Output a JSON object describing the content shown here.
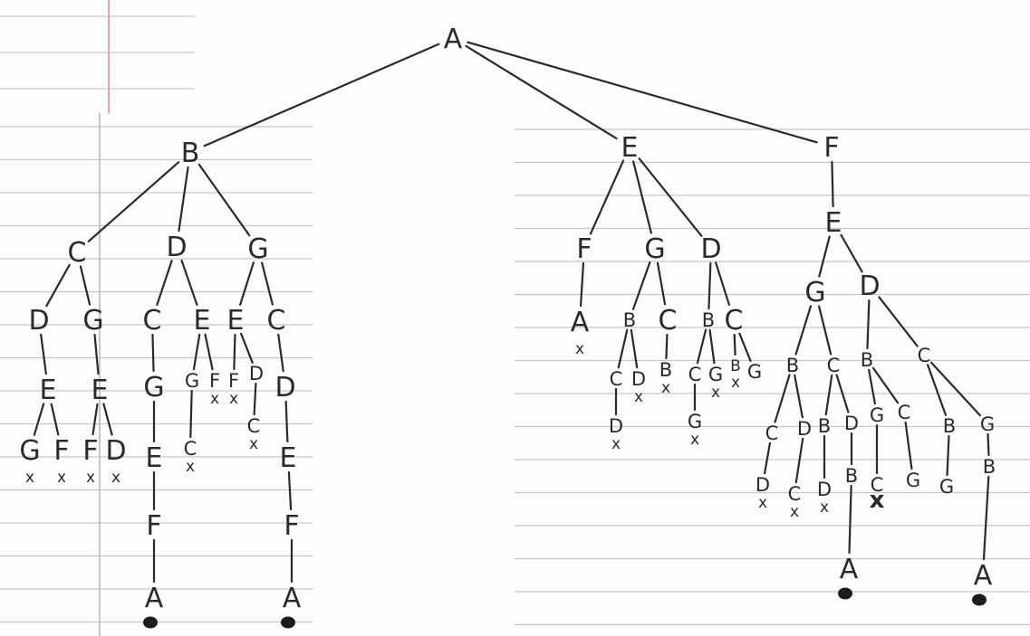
{
  "nodes": [
    {
      "id": "A",
      "label": "A"
    },
    {
      "id": "B",
      "label": "B"
    },
    {
      "id": "E",
      "label": "E"
    },
    {
      "id": "F",
      "label": "F"
    },
    {
      "id": "B_C",
      "label": "C"
    },
    {
      "id": "B_D",
      "label": "D"
    },
    {
      "id": "B_G",
      "label": "G"
    },
    {
      "id": "BC_D",
      "label": "D"
    },
    {
      "id": "BC_G",
      "label": "G"
    },
    {
      "id": "BCD_E",
      "label": "E"
    },
    {
      "id": "BCDE_G",
      "label": "G"
    },
    {
      "id": "BCDE_F",
      "label": "F"
    },
    {
      "id": "BCG_E",
      "label": "E"
    },
    {
      "id": "BCGE_F",
      "label": "F"
    },
    {
      "id": "BCGE_D",
      "label": "D"
    },
    {
      "id": "BD_C",
      "label": "C"
    },
    {
      "id": "BD_E",
      "label": "E"
    },
    {
      "id": "BDC_G",
      "label": "G"
    },
    {
      "id": "BDCG_E",
      "label": "E"
    },
    {
      "id": "BDCGE_F",
      "label": "F"
    },
    {
      "id": "BDCGEF_A",
      "label": "A"
    },
    {
      "id": "BDE_G",
      "label": "G"
    },
    {
      "id": "BDE_F",
      "label": "F"
    },
    {
      "id": "BDEG_C",
      "label": "C"
    },
    {
      "id": "BG_E",
      "label": "E"
    },
    {
      "id": "BG_C",
      "label": "C"
    },
    {
      "id": "BGE_F",
      "label": "F"
    },
    {
      "id": "BGE_D",
      "label": "D"
    },
    {
      "id": "BGED_C",
      "label": "C"
    },
    {
      "id": "BGC_D",
      "label": "D"
    },
    {
      "id": "BGCD_E",
      "label": "E"
    },
    {
      "id": "BGCDE_F",
      "label": "F"
    },
    {
      "id": "BGCDEF_A",
      "label": "A"
    },
    {
      "id": "E_F",
      "label": "F"
    },
    {
      "id": "E_G",
      "label": "G"
    },
    {
      "id": "E_D",
      "label": "D"
    },
    {
      "id": "EF_A",
      "label": "A"
    },
    {
      "id": "EG_B",
      "label": "B"
    },
    {
      "id": "EG_C",
      "label": "C"
    },
    {
      "id": "EGB_C",
      "label": "C"
    },
    {
      "id": "EGB_D",
      "label": "D"
    },
    {
      "id": "EGBC_D",
      "label": "D"
    },
    {
      "id": "EGC_B",
      "label": "B"
    },
    {
      "id": "ED_B",
      "label": "B"
    },
    {
      "id": "ED_C",
      "label": "C"
    },
    {
      "id": "EDB_C",
      "label": "C"
    },
    {
      "id": "EDB_G",
      "label": "G"
    },
    {
      "id": "EDBC_G",
      "label": "G"
    },
    {
      "id": "EDC_B",
      "label": "B"
    },
    {
      "id": "EDC_G",
      "label": "G"
    },
    {
      "id": "F_E",
      "label": "E"
    },
    {
      "id": "FE_G",
      "label": "G"
    },
    {
      "id": "FE_D",
      "label": "D"
    },
    {
      "id": "FEG_B",
      "label": "B"
    },
    {
      "id": "FEG_C",
      "label": "C"
    },
    {
      "id": "FEGB_C",
      "label": "C"
    },
    {
      "id": "FEGB_D",
      "label": "D"
    },
    {
      "id": "FEGBC_D",
      "label": "D"
    },
    {
      "id": "FEGBD_C",
      "label": "C"
    },
    {
      "id": "FEGC_B",
      "label": "B"
    },
    {
      "id": "FEGC_D",
      "label": "D"
    },
    {
      "id": "FEGCB_D",
      "label": "D"
    },
    {
      "id": "FEGCD_B",
      "label": "B"
    },
    {
      "id": "FEGCDB_A",
      "label": "A"
    },
    {
      "id": "FED_B",
      "label": "B"
    },
    {
      "id": "FED_C",
      "label": "C"
    },
    {
      "id": "FEDB_G",
      "label": "G"
    },
    {
      "id": "FEDB_C",
      "label": "C"
    },
    {
      "id": "FEDBG_C",
      "label": "C"
    },
    {
      "id": "FEDBC_G",
      "label": "G"
    },
    {
      "id": "FEDC_B",
      "label": "B"
    },
    {
      "id": "FEDC_G",
      "label": "G"
    },
    {
      "id": "FEDCB_G",
      "label": "G"
    },
    {
      "id": "FEDCG_B",
      "label": "B"
    },
    {
      "id": "FEDCGB_A",
      "label": "A"
    }
  ],
  "edges": [
    [
      "A",
      "B"
    ],
    [
      "A",
      "E"
    ],
    [
      "A",
      "F"
    ],
    [
      "B",
      "B_C"
    ],
    [
      "B",
      "B_D"
    ],
    [
      "B",
      "B_G"
    ],
    [
      "B_C",
      "BC_D"
    ],
    [
      "B_C",
      "BC_G"
    ],
    [
      "BC_D",
      "BCD_E"
    ],
    [
      "BCD_E",
      "BCDE_G"
    ],
    [
      "BCD_E",
      "BCDE_F"
    ],
    [
      "BC_G",
      "BCG_E"
    ],
    [
      "BCG_E",
      "BCGE_F"
    ],
    [
      "BCG_E",
      "BCGE_D"
    ],
    [
      "B_D",
      "BD_C"
    ],
    [
      "B_D",
      "BD_E"
    ],
    [
      "BD_C",
      "BDC_G"
    ],
    [
      "BDC_G",
      "BDCG_E"
    ],
    [
      "BDCG_E",
      "BDCGE_F"
    ],
    [
      "BDCGE_F",
      "BDCGEF_A"
    ],
    [
      "BD_E",
      "BDE_G"
    ],
    [
      "BD_E",
      "BDE_F"
    ],
    [
      "BDE_G",
      "BDEG_C"
    ],
    [
      "B_G",
      "BG_E"
    ],
    [
      "B_G",
      "BG_C"
    ],
    [
      "BG_E",
      "BGE_F"
    ],
    [
      "BG_E",
      "BGE_D"
    ],
    [
      "BGE_D",
      "BGED_C"
    ],
    [
      "BG_C",
      "BGC_D"
    ],
    [
      "BGC_D",
      "BGCD_E"
    ],
    [
      "BGCD_E",
      "BGCDE_F"
    ],
    [
      "BGCDE_F",
      "BGCDEF_A"
    ],
    [
      "E",
      "E_F"
    ],
    [
      "E",
      "E_G"
    ],
    [
      "E",
      "E_D"
    ],
    [
      "E_F",
      "EF_A"
    ],
    [
      "E_G",
      "EG_B"
    ],
    [
      "E_G",
      "EG_C"
    ],
    [
      "EG_B",
      "EGB_C"
    ],
    [
      "EG_B",
      "EGB_D"
    ],
    [
      "EGB_C",
      "EGBC_D"
    ],
    [
      "EG_C",
      "EGC_B"
    ],
    [
      "E_D",
      "ED_B"
    ],
    [
      "E_D",
      "ED_C"
    ],
    [
      "ED_B",
      "EDB_C"
    ],
    [
      "ED_B",
      "EDB_G"
    ],
    [
      "EDB_C",
      "EDBC_G"
    ],
    [
      "ED_C",
      "EDC_B"
    ],
    [
      "ED_C",
      "EDC_G"
    ],
    [
      "F",
      "F_E"
    ],
    [
      "F_E",
      "FE_G"
    ],
    [
      "F_E",
      "FE_D"
    ],
    [
      "FE_G",
      "FEG_B"
    ],
    [
      "FE_G",
      "FEG_C"
    ],
    [
      "FEG_B",
      "FEGB_C"
    ],
    [
      "FEG_B",
      "FEGB_D"
    ],
    [
      "FEGB_C",
      "FEGBC_D"
    ],
    [
      "FEGB_D",
      "FEGBD_C"
    ],
    [
      "FEG_C",
      "FEGC_B"
    ],
    [
      "FEG_C",
      "FEGC_D"
    ],
    [
      "FEGC_B",
      "FEGCB_D"
    ],
    [
      "FEGC_D",
      "FEGCD_B"
    ],
    [
      "FEGCD_B",
      "FEGCDB_A"
    ],
    [
      "FE_D",
      "FED_B"
    ],
    [
      "FE_D",
      "FED_C"
    ],
    [
      "FED_B",
      "FEDB_G"
    ],
    [
      "FED_B",
      "FEDB_C"
    ],
    [
      "FEDB_G",
      "FEDBG_C"
    ],
    [
      "FEDB_C",
      "FEDBC_G"
    ],
    [
      "FED_C",
      "FEDC_B"
    ],
    [
      "FED_C",
      "FEDC_G"
    ],
    [
      "FEDC_B",
      "FEDCB_G"
    ],
    [
      "FEDC_G",
      "FEDCG_B"
    ],
    [
      "FEDCG_B",
      "FEDCGB_A"
    ]
  ],
  "dead_end_mark": "x",
  "goal_mark": "filled-circle",
  "dead_ends": [
    "BCDE_G",
    "BCDE_F",
    "BCGE_F",
    "BCGE_D",
    "BDE_F",
    "BDEG_C",
    "BGE_F",
    "BGED_C",
    "EF_A",
    "EGBC_D",
    "EGB_D",
    "EGC_B",
    "EDBC_G",
    "EDB_G",
    "EDC_B",
    "FEGBC_D",
    "FEGBD_C",
    "FEGCB_D",
    "FEDBG_C"
  ],
  "goals": [
    "BDCGEF_A",
    "BGCDEF_A",
    "FEGCDB_A",
    "FEDCGB_A"
  ],
  "ink_color": "#2a2a2a",
  "line_color": "#c9c9c9",
  "margin_color": "#e8a0b6"
}
